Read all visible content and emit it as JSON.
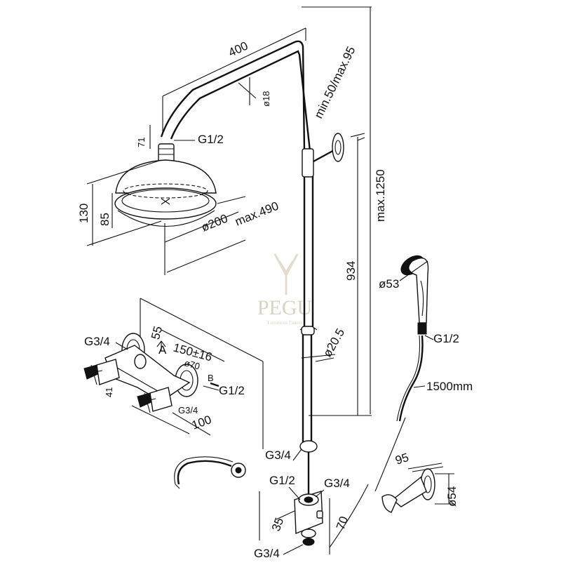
{
  "watermark": {
    "brand": "PEGU",
    "tagline": "Luxurious Faucet"
  },
  "dims": {
    "arm_length": "400",
    "arm_dia": "ø18",
    "riser_height": "min.50/max.95",
    "total_height": "max.1250",
    "rail_height": "934",
    "rail_dia": "ø20.5",
    "head_thread": "G1/2",
    "head_neck": "71",
    "head_height": "130",
    "head_body": "85",
    "head_dia": "ø200",
    "head_reach": "max.490",
    "hand_dia": "ø53",
    "hand_thread": "G1/2",
    "hose_length": "1500mm",
    "valve_depth": "55",
    "valve_spacing": "150±16",
    "valve_rosette": "ø70",
    "valve_inlet": "G3/4",
    "valve_outlet": "G1/2",
    "valve_b": "B",
    "valve_a": "A",
    "valve_thread_small": "G3/4",
    "valve_projection": "100",
    "valve_offset": "41",
    "rail_bottom_thread": "G3/4",
    "diverter_g12": "G1/2",
    "diverter_g34": "G3/4",
    "diverter_35": "35",
    "diverter_70": "70",
    "diverter_bottom": "G3/4",
    "holder_length": "95",
    "holder_dia": "ø54"
  }
}
